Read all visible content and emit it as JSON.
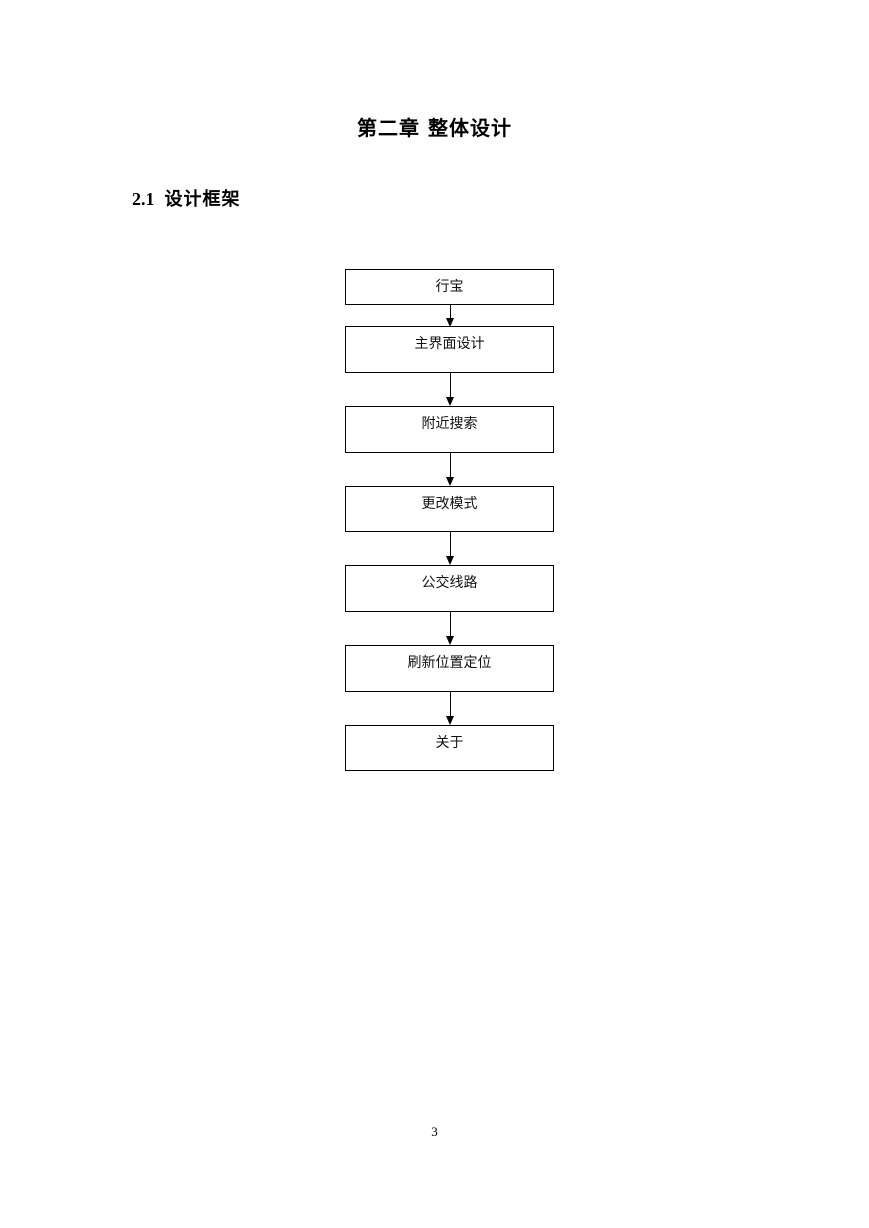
{
  "chapter_title": "第二章  整体设计",
  "section": {
    "number": "2.1",
    "title": "设计框架"
  },
  "flowchart": {
    "nodes": [
      {
        "label": "行宝"
      },
      {
        "label": "主界面设计"
      },
      {
        "label": "附近搜索"
      },
      {
        "label": "更改模式"
      },
      {
        "label": "公交线路"
      },
      {
        "label": "刷新位置定位"
      },
      {
        "label": "关于"
      }
    ]
  },
  "page_number": "3"
}
